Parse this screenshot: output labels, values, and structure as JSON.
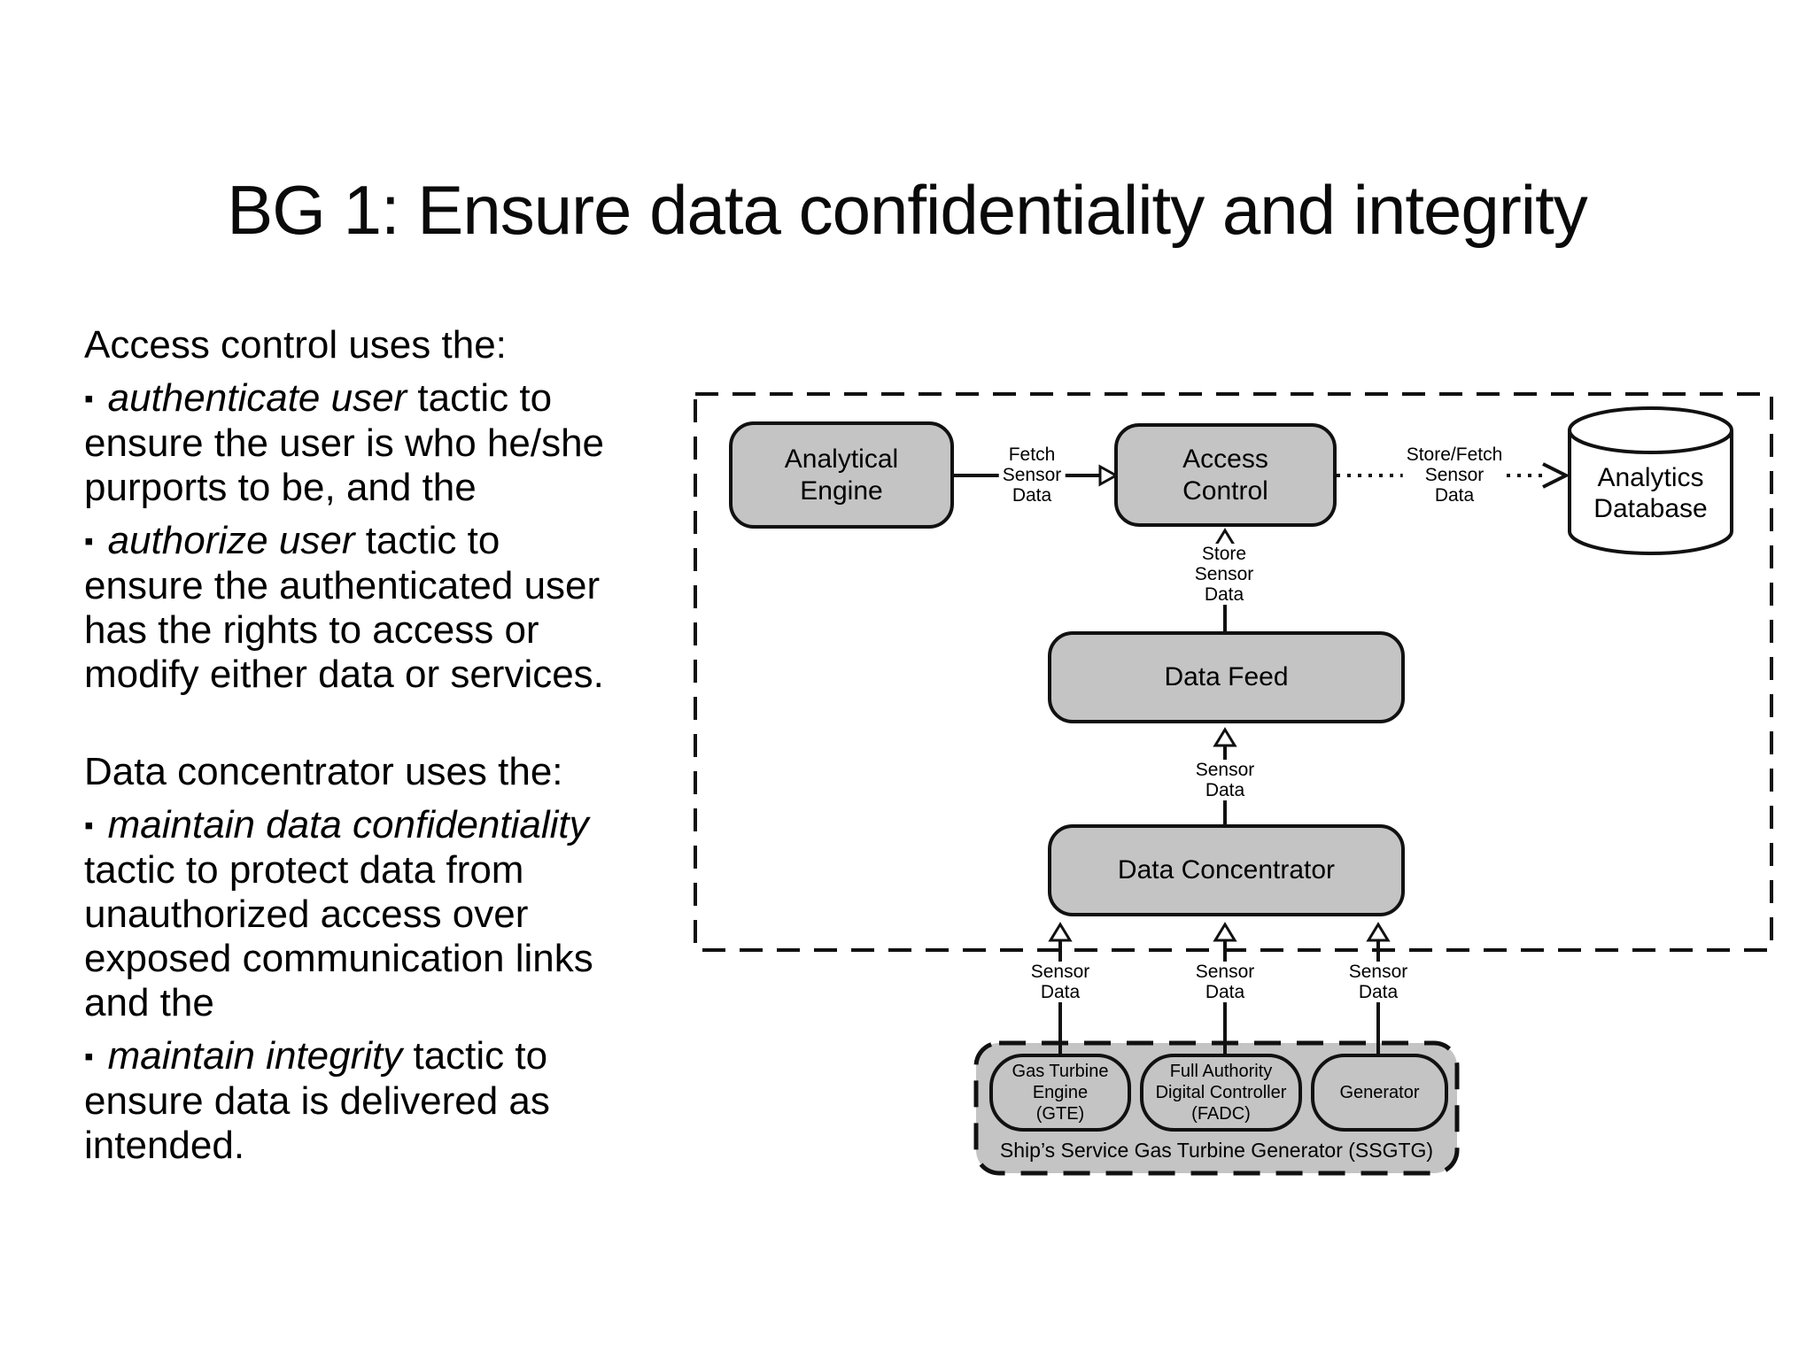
{
  "slide": {
    "title": "BG 1: Ensure data confidentiality and integrity"
  },
  "left_text": {
    "bullet_char": "▪",
    "paragraphs": [
      {
        "bullet": false,
        "blank_before": false,
        "lines": [
          [
            {
              "t": "Access control uses the:"
            }
          ]
        ]
      },
      {
        "bullet": true,
        "blank_before": false,
        "lines": [
          [
            {
              "t": "authenticate user",
              "i": true
            },
            {
              "t": " tactic to"
            }
          ],
          [
            {
              "t": "ensure the user is who he/she"
            }
          ],
          [
            {
              "t": "purports to be, and the"
            }
          ]
        ]
      },
      {
        "bullet": true,
        "blank_before": false,
        "lines": [
          [
            {
              "t": "authorize user",
              "i": true
            },
            {
              "t": " tactic to"
            }
          ],
          [
            {
              "t": "ensure the authenticated user"
            }
          ],
          [
            {
              "t": "has the rights to access or"
            }
          ],
          [
            {
              "t": "modify either data or services."
            }
          ]
        ]
      },
      {
        "bullet": false,
        "blank_before": true,
        "lines": [
          [
            {
              "t": "Data concentrator uses the:"
            }
          ]
        ]
      },
      {
        "bullet": true,
        "blank_before": false,
        "lines": [
          [
            {
              "t": "maintain data confidentiality",
              "i": true
            }
          ],
          [
            {
              "t": "tactic to protect data from"
            }
          ],
          [
            {
              "t": "unauthorized access over"
            }
          ],
          [
            {
              "t": "exposed communication links"
            }
          ],
          [
            {
              "t": "and the"
            }
          ]
        ]
      },
      {
        "bullet": true,
        "blank_before": false,
        "lines": [
          [
            {
              "t": "maintain integrity",
              "i": true
            },
            {
              "t": " tactic to"
            }
          ],
          [
            {
              "t": "ensure data is delivered as"
            }
          ],
          [
            {
              "t": "intended."
            }
          ]
        ]
      }
    ]
  },
  "diagram": {
    "nodes": {
      "analytical_engine": {
        "lines": [
          "Analytical",
          "Engine"
        ]
      },
      "access_control": {
        "lines": [
          "Access",
          "Control"
        ]
      },
      "analytics_database": {
        "lines": [
          "Analytics",
          "Database"
        ]
      },
      "data_feed": {
        "lines": [
          "Data Feed"
        ]
      },
      "data_concentrator": {
        "lines": [
          "Data Concentrator"
        ]
      },
      "gas_turbine_engine": {
        "lines": [
          "Gas Turbine",
          "Engine",
          "(GTE)"
        ]
      },
      "fadc": {
        "lines": [
          "Full Authority",
          "Digital Controller",
          "(FADC)"
        ]
      },
      "generator": {
        "lines": [
          "Generator"
        ]
      },
      "ssgtg": {
        "caption": "Ship’s Service Gas Turbine Generator (SSGTG)"
      }
    },
    "edge_labels": {
      "fetch": [
        "Fetch",
        "Sensor",
        "Data"
      ],
      "store_fetch": [
        "Store/Fetch",
        "Sensor",
        "Data"
      ],
      "store": [
        "Store",
        "Sensor",
        "Data"
      ],
      "sensor_mid": [
        "Sensor",
        "Data"
      ],
      "sensor_left": [
        "Sensor",
        "Data"
      ],
      "sensor_center": [
        "Sensor",
        "Data"
      ],
      "sensor_right": [
        "Sensor",
        "Data"
      ]
    },
    "colors": {
      "node_fill": "#c4c4c4",
      "node_border": "#111111",
      "line": "#111111",
      "label_bg": "#ffffff",
      "text": "#000000",
      "background": "#ffffff"
    }
  }
}
